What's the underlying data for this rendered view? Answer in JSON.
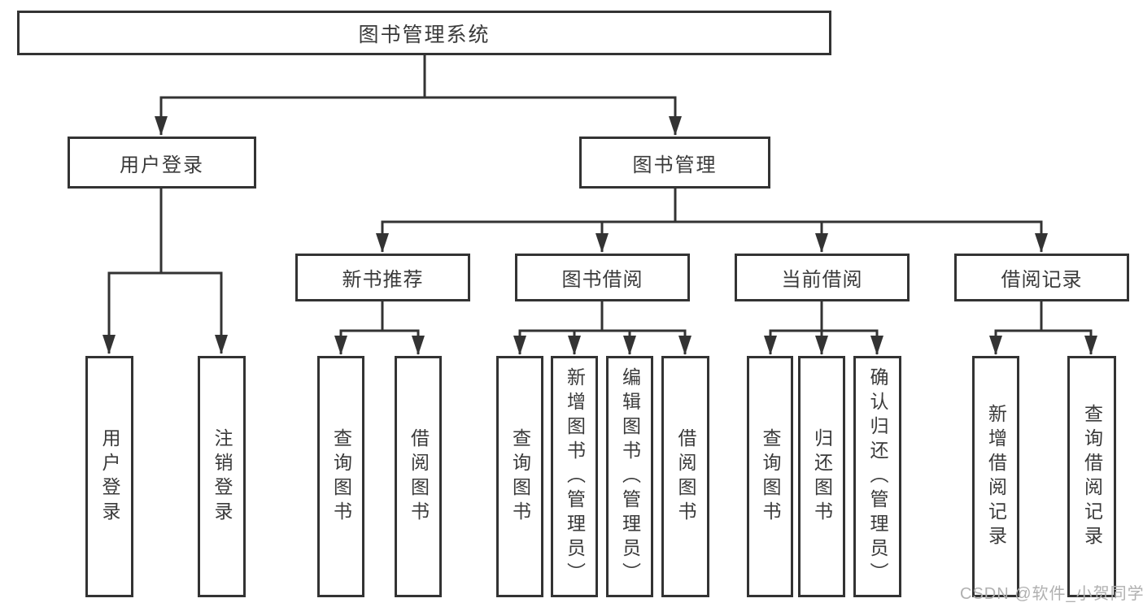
{
  "diagram": {
    "title_node": "图书管理系统",
    "level2": {
      "user_login": "用户登录",
      "book_management": "图书管理"
    },
    "user_login_children": [
      "用户登录",
      "注销登录"
    ],
    "modules": [
      {
        "label": "新书推荐",
        "children": [
          "查询图书",
          "借阅图书"
        ]
      },
      {
        "label": "图书借阅",
        "children": [
          "查询图书",
          "新增图书（管理员）",
          "编辑图书（管理员）",
          "借阅图书"
        ]
      },
      {
        "label": "当前借阅",
        "children": [
          "查询图书",
          "归还图书",
          "确认归还（管理员）"
        ]
      },
      {
        "label": "借阅记录",
        "children": [
          "新增借阅记录",
          "查询借阅记录"
        ]
      }
    ],
    "watermark": "CSDN @软件_小贺同学",
    "colors": {
      "line": "#333333",
      "text": "#3a3a3a",
      "watermark": "#b0b0b0",
      "background": "#ffffff"
    }
  }
}
